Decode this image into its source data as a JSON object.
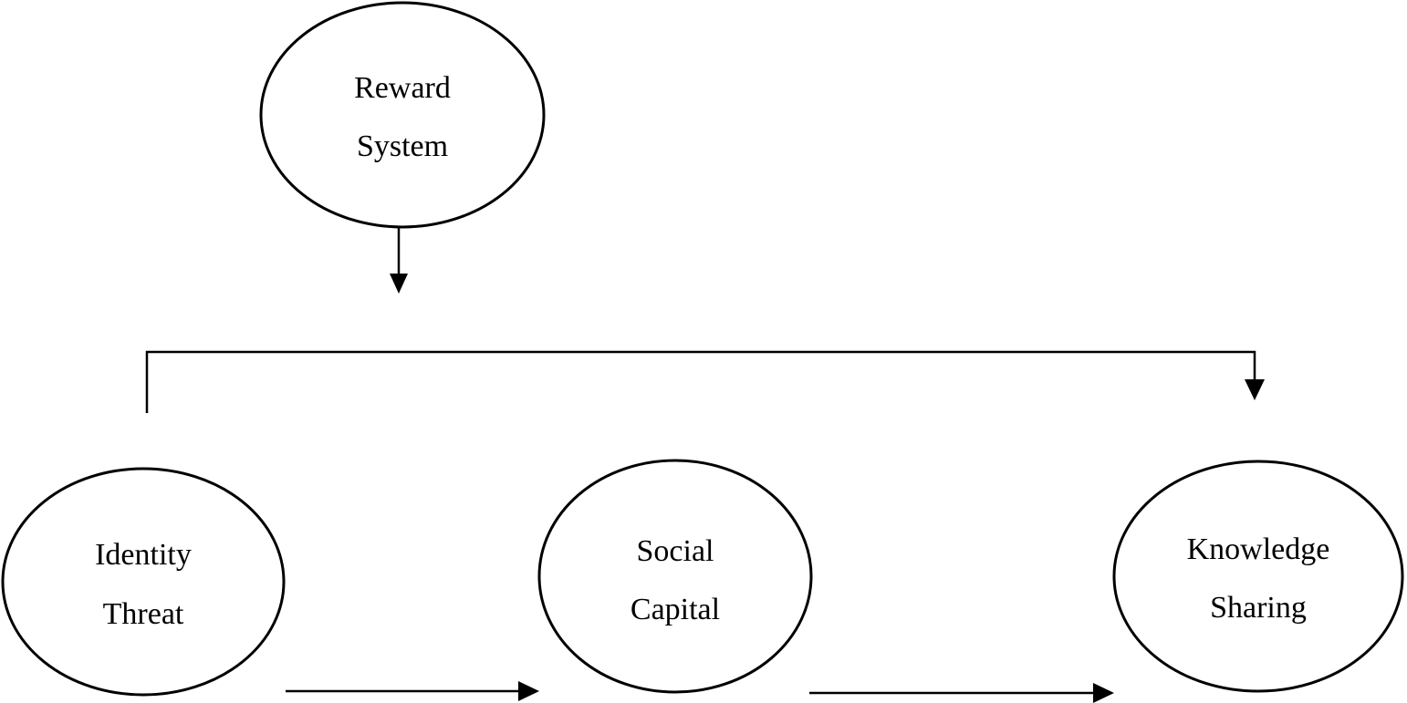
{
  "diagram": {
    "nodes": {
      "reward_system": {
        "line1": "Reward",
        "line2": "System"
      },
      "identity_threat": {
        "line1": "Identity",
        "line2": "Threat"
      },
      "social_capital": {
        "line1": "Social",
        "line2": "Capital"
      },
      "knowledge_sharing": {
        "line1": "Knowledge",
        "line2": "Sharing"
      }
    },
    "edges": [
      {
        "from": "reward_system",
        "to": "identity_threat-knowledge_sharing-link"
      },
      {
        "from": "identity_threat",
        "to": "knowledge_sharing"
      },
      {
        "from": "identity_threat",
        "to": "social_capital"
      },
      {
        "from": "social_capital",
        "to": "knowledge_sharing"
      }
    ],
    "colors": {
      "stroke": "#000000",
      "background": "#ffffff"
    }
  }
}
